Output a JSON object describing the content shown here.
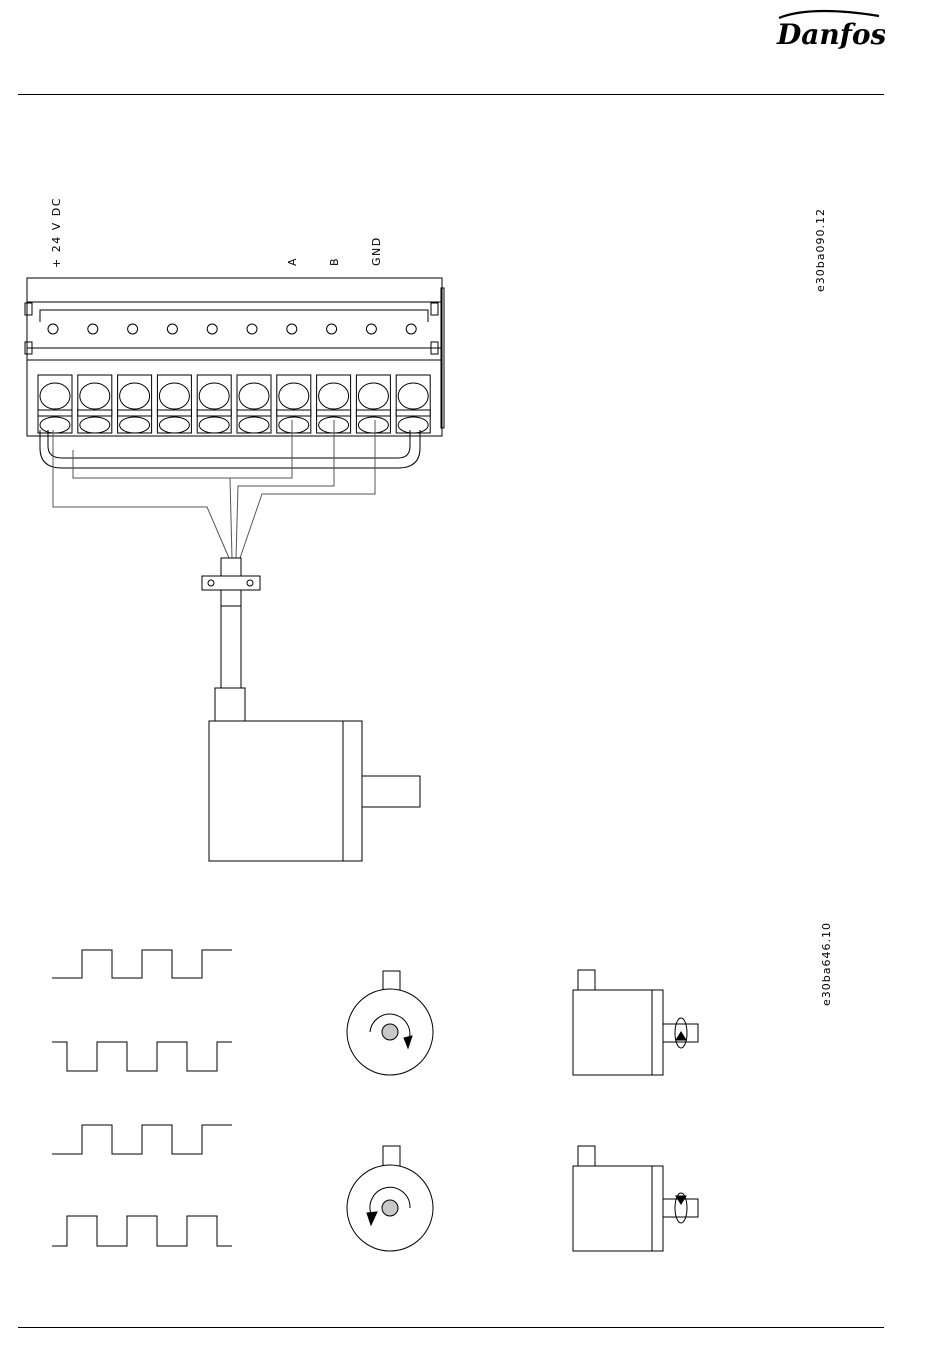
{
  "header": {
    "brand": "Danfoss"
  },
  "wiring_diagram": {
    "terminal_labels": {
      "supply": "+ 24 V DC",
      "a": "A",
      "b": "B",
      "gnd": "GND"
    },
    "figure_ref": "e30ba090.12",
    "terminal_count": 10
  },
  "direction_figure": {
    "figure_ref": "e30ba646.10"
  },
  "colors": {
    "line": "#000000",
    "wire": "#555555",
    "accent_grey": "#c8c8c8"
  }
}
